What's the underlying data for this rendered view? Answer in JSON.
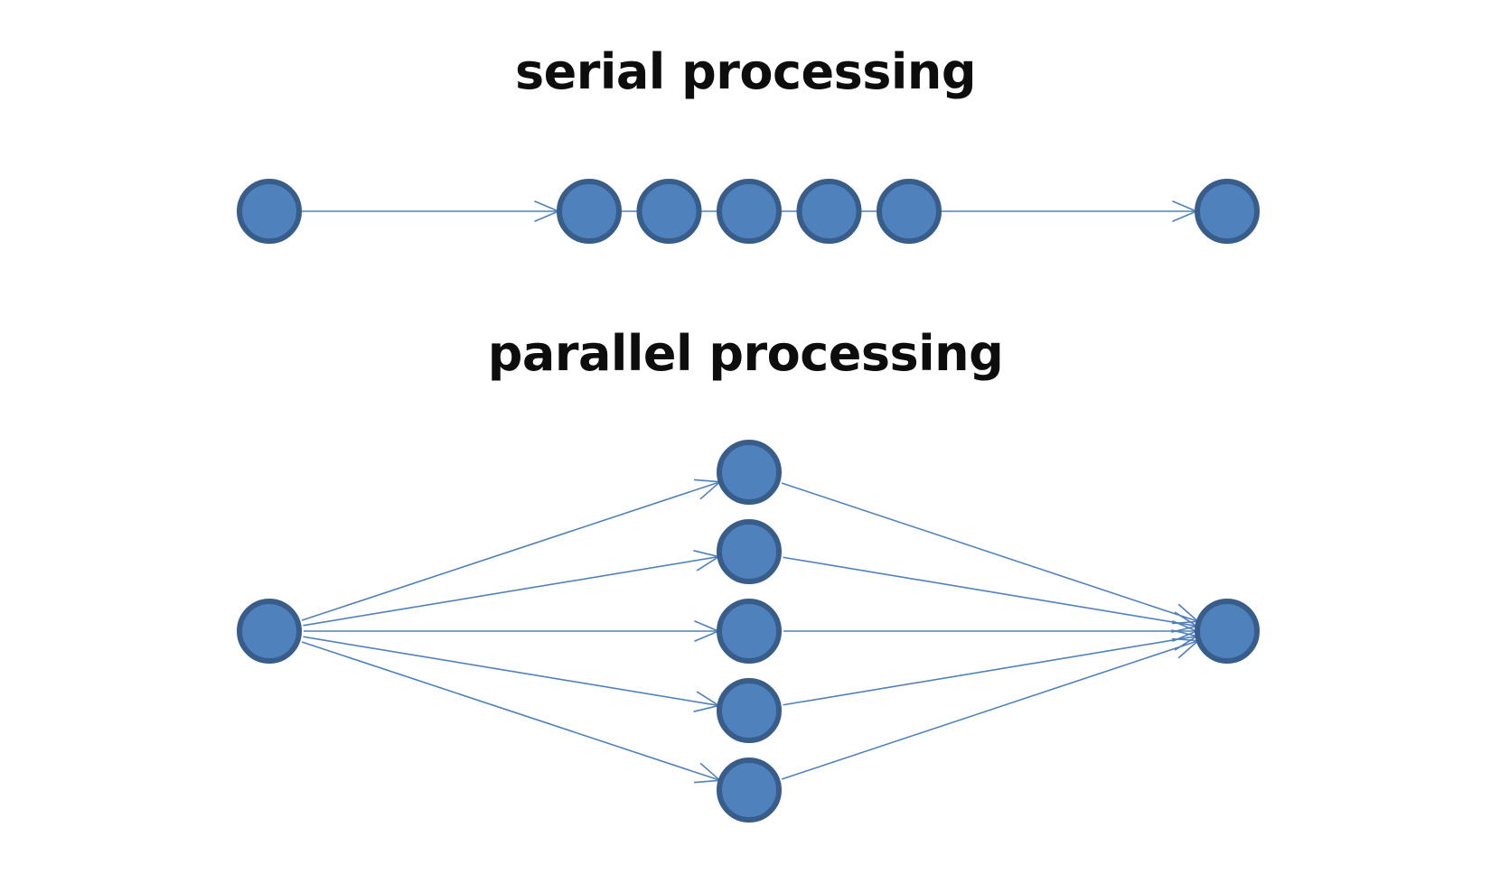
{
  "colors": {
    "node_fill": "#4f81bd",
    "node_stroke": "#385d8a",
    "edge": "#4f81bd",
    "text": "#0d0d0d",
    "background": "#ffffff"
  },
  "serial": {
    "title": "serial processing",
    "steps": 5,
    "layout": "chain"
  },
  "parallel": {
    "title": "parallel processing",
    "branches": 5,
    "layout": "fan-out-fan-in"
  }
}
